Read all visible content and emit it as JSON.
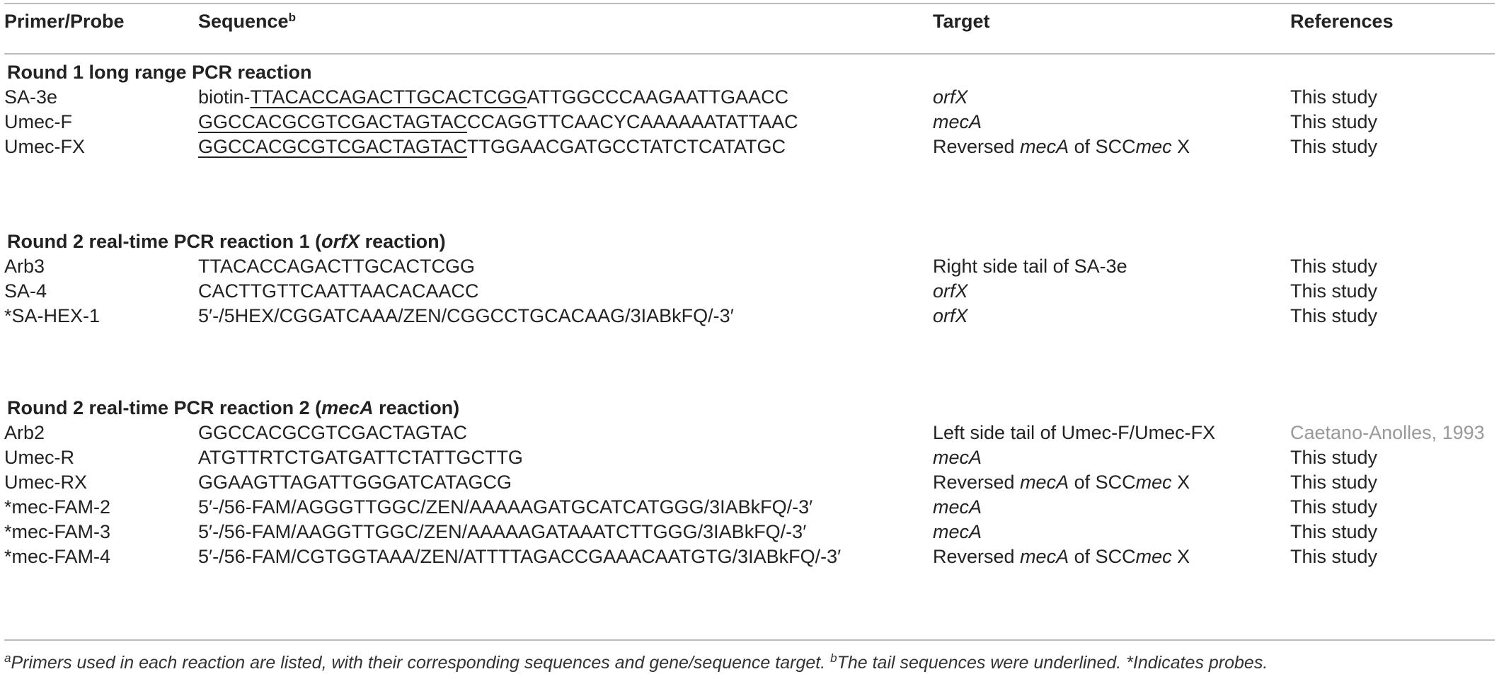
{
  "headers": [
    "Primer/Probe",
    "Sequence",
    "Target",
    "References"
  ],
  "header_sup": "b",
  "sections": [
    {
      "title_parts": [
        "Round 1 long range PCR reaction",
        "",
        ""
      ],
      "rows": [
        {
          "name": "SA-3e",
          "seq_prefix": "biotin-",
          "seq_tail": "TTACACCAGACTTGCACTCGG",
          "seq_rest": "ATTGGCCCAAGAATTGAACC",
          "target_pre": "",
          "target_it": "orfX",
          "target_mid": "",
          "target_it2": "",
          "target_post": "",
          "ref": "This study"
        },
        {
          "name": "Umec-F",
          "seq_prefix": "",
          "seq_tail": "GGCCACGCGTCGACTAGTAC",
          "seq_rest": "CCAGGTTCAACYCAAAAAATATTAAC",
          "target_pre": "",
          "target_it": "mecA",
          "target_mid": "",
          "target_it2": "",
          "target_post": "",
          "ref": "This study"
        },
        {
          "name": "Umec-FX",
          "seq_prefix": "",
          "seq_tail": "GGCCACGCGTCGACTAGTAC",
          "seq_rest": "TTGGAACGATGCCTATCTCATATGC",
          "target_pre": "Reversed ",
          "target_it": "mecA",
          "target_mid": " of SCC",
          "target_it2": "mec",
          "target_post": " X",
          "ref": "This study"
        }
      ]
    },
    {
      "title_parts": [
        "Round 2 real-time PCR reaction 1 (",
        "orfX",
        " reaction)"
      ],
      "rows": [
        {
          "name": "Arb3",
          "seq_prefix": "TTACACCAGACTTGCACTCGG",
          "seq_tail": "",
          "seq_rest": "",
          "target_pre": "Right side tail of SA-3e",
          "target_it": "",
          "target_mid": "",
          "target_it2": "",
          "target_post": "",
          "ref": "This study"
        },
        {
          "name": "SA-4",
          "seq_prefix": "CACTTGTTCAATTAACACAACC",
          "seq_tail": "",
          "seq_rest": "",
          "target_pre": "",
          "target_it": "orfX",
          "target_mid": "",
          "target_it2": "",
          "target_post": "",
          "ref": "This study"
        },
        {
          "name": "*SA-HEX-1",
          "seq_prefix": "5′-/5HEX/CGGATCAAA/ZEN/CGGCCTGCACAAG/3IABkFQ/-3′",
          "seq_tail": "",
          "seq_rest": "",
          "target_pre": "",
          "target_it": "orfX",
          "target_mid": "",
          "target_it2": "",
          "target_post": "",
          "ref": "This study"
        }
      ]
    },
    {
      "title_parts": [
        "Round 2 real-time PCR reaction 2 (",
        "mecA",
        " reaction)"
      ],
      "rows": [
        {
          "name": "Arb2",
          "seq_prefix": "GGCCACGCGTCGACTAGTAC",
          "seq_tail": "",
          "seq_rest": "",
          "target_pre": "Left side tail of Umec-F/Umec-FX",
          "target_it": "",
          "target_mid": "",
          "target_it2": "",
          "target_post": "",
          "ref": "Caetano-Anolles, 1993",
          "ref_link": true
        },
        {
          "name": "Umec-R",
          "seq_prefix": "ATGTTRTCTGATGATTCTATTGCTTG",
          "seq_tail": "",
          "seq_rest": "",
          "target_pre": "",
          "target_it": "mecA",
          "target_mid": "",
          "target_it2": "",
          "target_post": "",
          "ref": "This study"
        },
        {
          "name": "Umec-RX",
          "seq_prefix": "GGAAGTTAGATTGGGATCATAGCG",
          "seq_tail": "",
          "seq_rest": "",
          "target_pre": "Reversed ",
          "target_it": "mecA",
          "target_mid": " of SCC",
          "target_it2": "mec",
          "target_post": " X",
          "ref": "This study"
        },
        {
          "name": "*mec-FAM-2",
          "seq_prefix": "5′-/56-FAM/AGGGTTGGC/ZEN/AAAAAGATGCATCATGGG/3IABkFQ/-3′",
          "seq_tail": "",
          "seq_rest": "",
          "target_pre": "",
          "target_it": "mecA",
          "target_mid": "",
          "target_it2": "",
          "target_post": "",
          "ref": "This study"
        },
        {
          "name": "*mec-FAM-3",
          "seq_prefix": "5′-/56-FAM/AAGGTTGGC/ZEN/AAAAAGATAAATCTTGGG/3IABkFQ/-3′",
          "seq_tail": "",
          "seq_rest": "",
          "target_pre": "",
          "target_it": "mecA",
          "target_mid": "",
          "target_it2": "",
          "target_post": "",
          "ref": "This study"
        },
        {
          "name": "*mec-FAM-4",
          "seq_prefix": "5′-/56-FAM/CGTGGTAAA/ZEN/ATTTTAGACCGAAACAATGTG/3IABkFQ/-3′",
          "seq_tail": "",
          "seq_rest": "",
          "target_pre": "Reversed ",
          "target_it": "mecA",
          "target_mid": " of SCC",
          "target_it2": "mec",
          "target_post": " X",
          "ref": "This study"
        }
      ]
    }
  ],
  "footnote": {
    "sup_a": "a",
    "text_a": "Primers used in each reaction are listed, with their corresponding sequences and gene/sequence target. ",
    "sup_b": "b",
    "text_b": "The tail sequences were underlined. *Indicates probes."
  }
}
